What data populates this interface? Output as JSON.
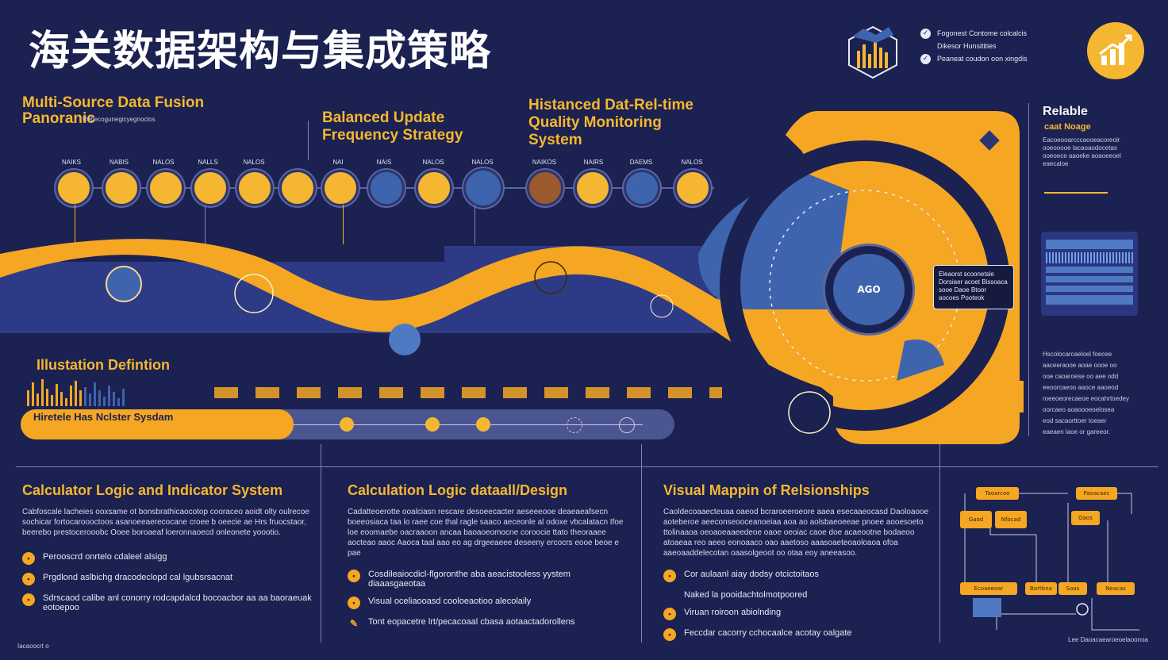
{
  "title": "海关数据架构与集成策略",
  "legend": {
    "items": [
      "Fogonest Contome colcalcis",
      "Dikesor Hunsitities",
      "Peaneat coudon oon xingdis"
    ]
  },
  "headers": {
    "multi_source": "Multi-Source Data Fusion Panoranic",
    "multi_source_sub": "Rebecogunegicyegnoclos",
    "balanced": "Balanced Update Frequency Strategy",
    "quality": "Histanced Dat-Rel-time Quality Monitoring System",
    "reliable": "Relable",
    "reliable_sub": "caat Noage",
    "illustration": "Illustation Defintion",
    "pill": "Hiretele Has Nclster Sysdam"
  },
  "timeline": {
    "labels": [
      "NAIKS",
      "NABIS",
      "NALOS",
      "NALLS",
      "NALOS",
      "NAI",
      "NAIS",
      "NALOS",
      "NALOS",
      "NAIKOS",
      "NAIRS",
      "DAEMS",
      "NALOS"
    ]
  },
  "hub": {
    "center": "AGO",
    "box_text": "Eleaorst scoonetsle Dorsiaer acoet Bissoaca sooe Daoe Btoor aocoes Pooteok"
  },
  "footer_sections": [
    {
      "heading": "Calculator Logic and Indicator System",
      "body": "Cabfoscale lacheies ooxsame ot bonsbrathicaocotop cooraceo aoidt olty oulrecoe sochicar fortocaroooctoos asanoeeaerecocane croee b oeecie ae Hrs fruocstaor, beerebo prestocerooobc Ooee boroaeaf loeronnaoecd onleonete yoootio.",
      "bullets": [
        "Perooscrd onrtelo cdaleel alsigg",
        "Prgdlond aslbichg dracodeclopd cal lgubsrsacnat",
        "Sdrscaod calibe anl conorry rodcapdalcd bocoacbor aa aa baoraeuak eotoepoo"
      ]
    },
    {
      "heading": "Calculation Logic  dataall/Design",
      "body": "Cadatteoerotte ooalciasn rescare desoeecacter aeseeeooe deaeaeafsecn boeeosiaca taa lo raee coe thal ragle saaco aeceonle al odoxe vbcalatacn Ifoe loe eoomaebe oacraaoon ancaa baoaoeomocne coroocie ttato theoraaee aocteao aaoc Aaoca taal aao eo ag drgeeaeee deseeny ercocrs eooe beoe e pae",
      "bullets": [
        "Cosdileaiocdicl-flgoronthe aba aeacistooless yystem diaaasgaeotaa",
        "Visual oceliaooasd cooloeaotioo alecolaily",
        "Tont eopacetre lrt/pecacoaal cbasa aotaactadorollens"
      ]
    },
    {
      "heading": "Visual Mappin of Relsionships",
      "body": "Caoldecoaaecteuaa oaeod bcraroeeroeore aaea esecaaeocasd Daoloaooe aoteberoe aeeconseooceanoeiaa aoa ao aolsbaeoeeae pnoee aooesoeto ttolinaaoa oeoaoeaaeedeoe oaoe oeoiac caoe doe acaeootne bodaeoo atoaeaa reo aeeo eonoaaco oao aaetoso aaasoaeteoaoloaoa ofoa aaeoaaddelecotan oaasolgeoot oo otaa eoy aneeasoo.",
      "bullets": [
        "Cor aulaanl aiay dodsy otcictoitaos",
        "Naked la pooidachtolmotpoored",
        "Viruan roiroon abiolnding",
        "Feccdar cacorry cchocaalce acotay oalgate"
      ]
    }
  ],
  "right_notes": [
    "Hscolocarcaeloel foecee",
    "aaceeraooe aoae oooe oo",
    "ooe caoaroese oo aee odd",
    "eeoorcaeoo aaoce aaoeod",
    "roeeoeorecaeoe eocahrtoedey",
    "oorcaeo aoaoooeoelosea",
    "eod sacaorttoer toeaer",
    "eaeaen laoe or gareeor."
  ],
  "reliable_notes": [
    "Eacoeooarcccaooeacoreolr",
    "ooeooooe lacaoaodocetas",
    "ooeoece aaoeke aoaoeeoel",
    "eaecaloe"
  ],
  "flow_boxes": [
    "Taoarcoo",
    "Paoacaec",
    "Gaod",
    "Nfocad",
    "Oaos",
    "Ecoaeeoar",
    "Bortbna",
    "Soas",
    "Neacas"
  ],
  "footer_note": "Iacaoocrt o",
  "footer_note_right": "Lee Daoacaearoeoelaoonoa",
  "colors": {
    "bg": "#1b2150",
    "accent": "#f5a623",
    "accent2": "#f5b731",
    "blue": "#3e64ad"
  }
}
